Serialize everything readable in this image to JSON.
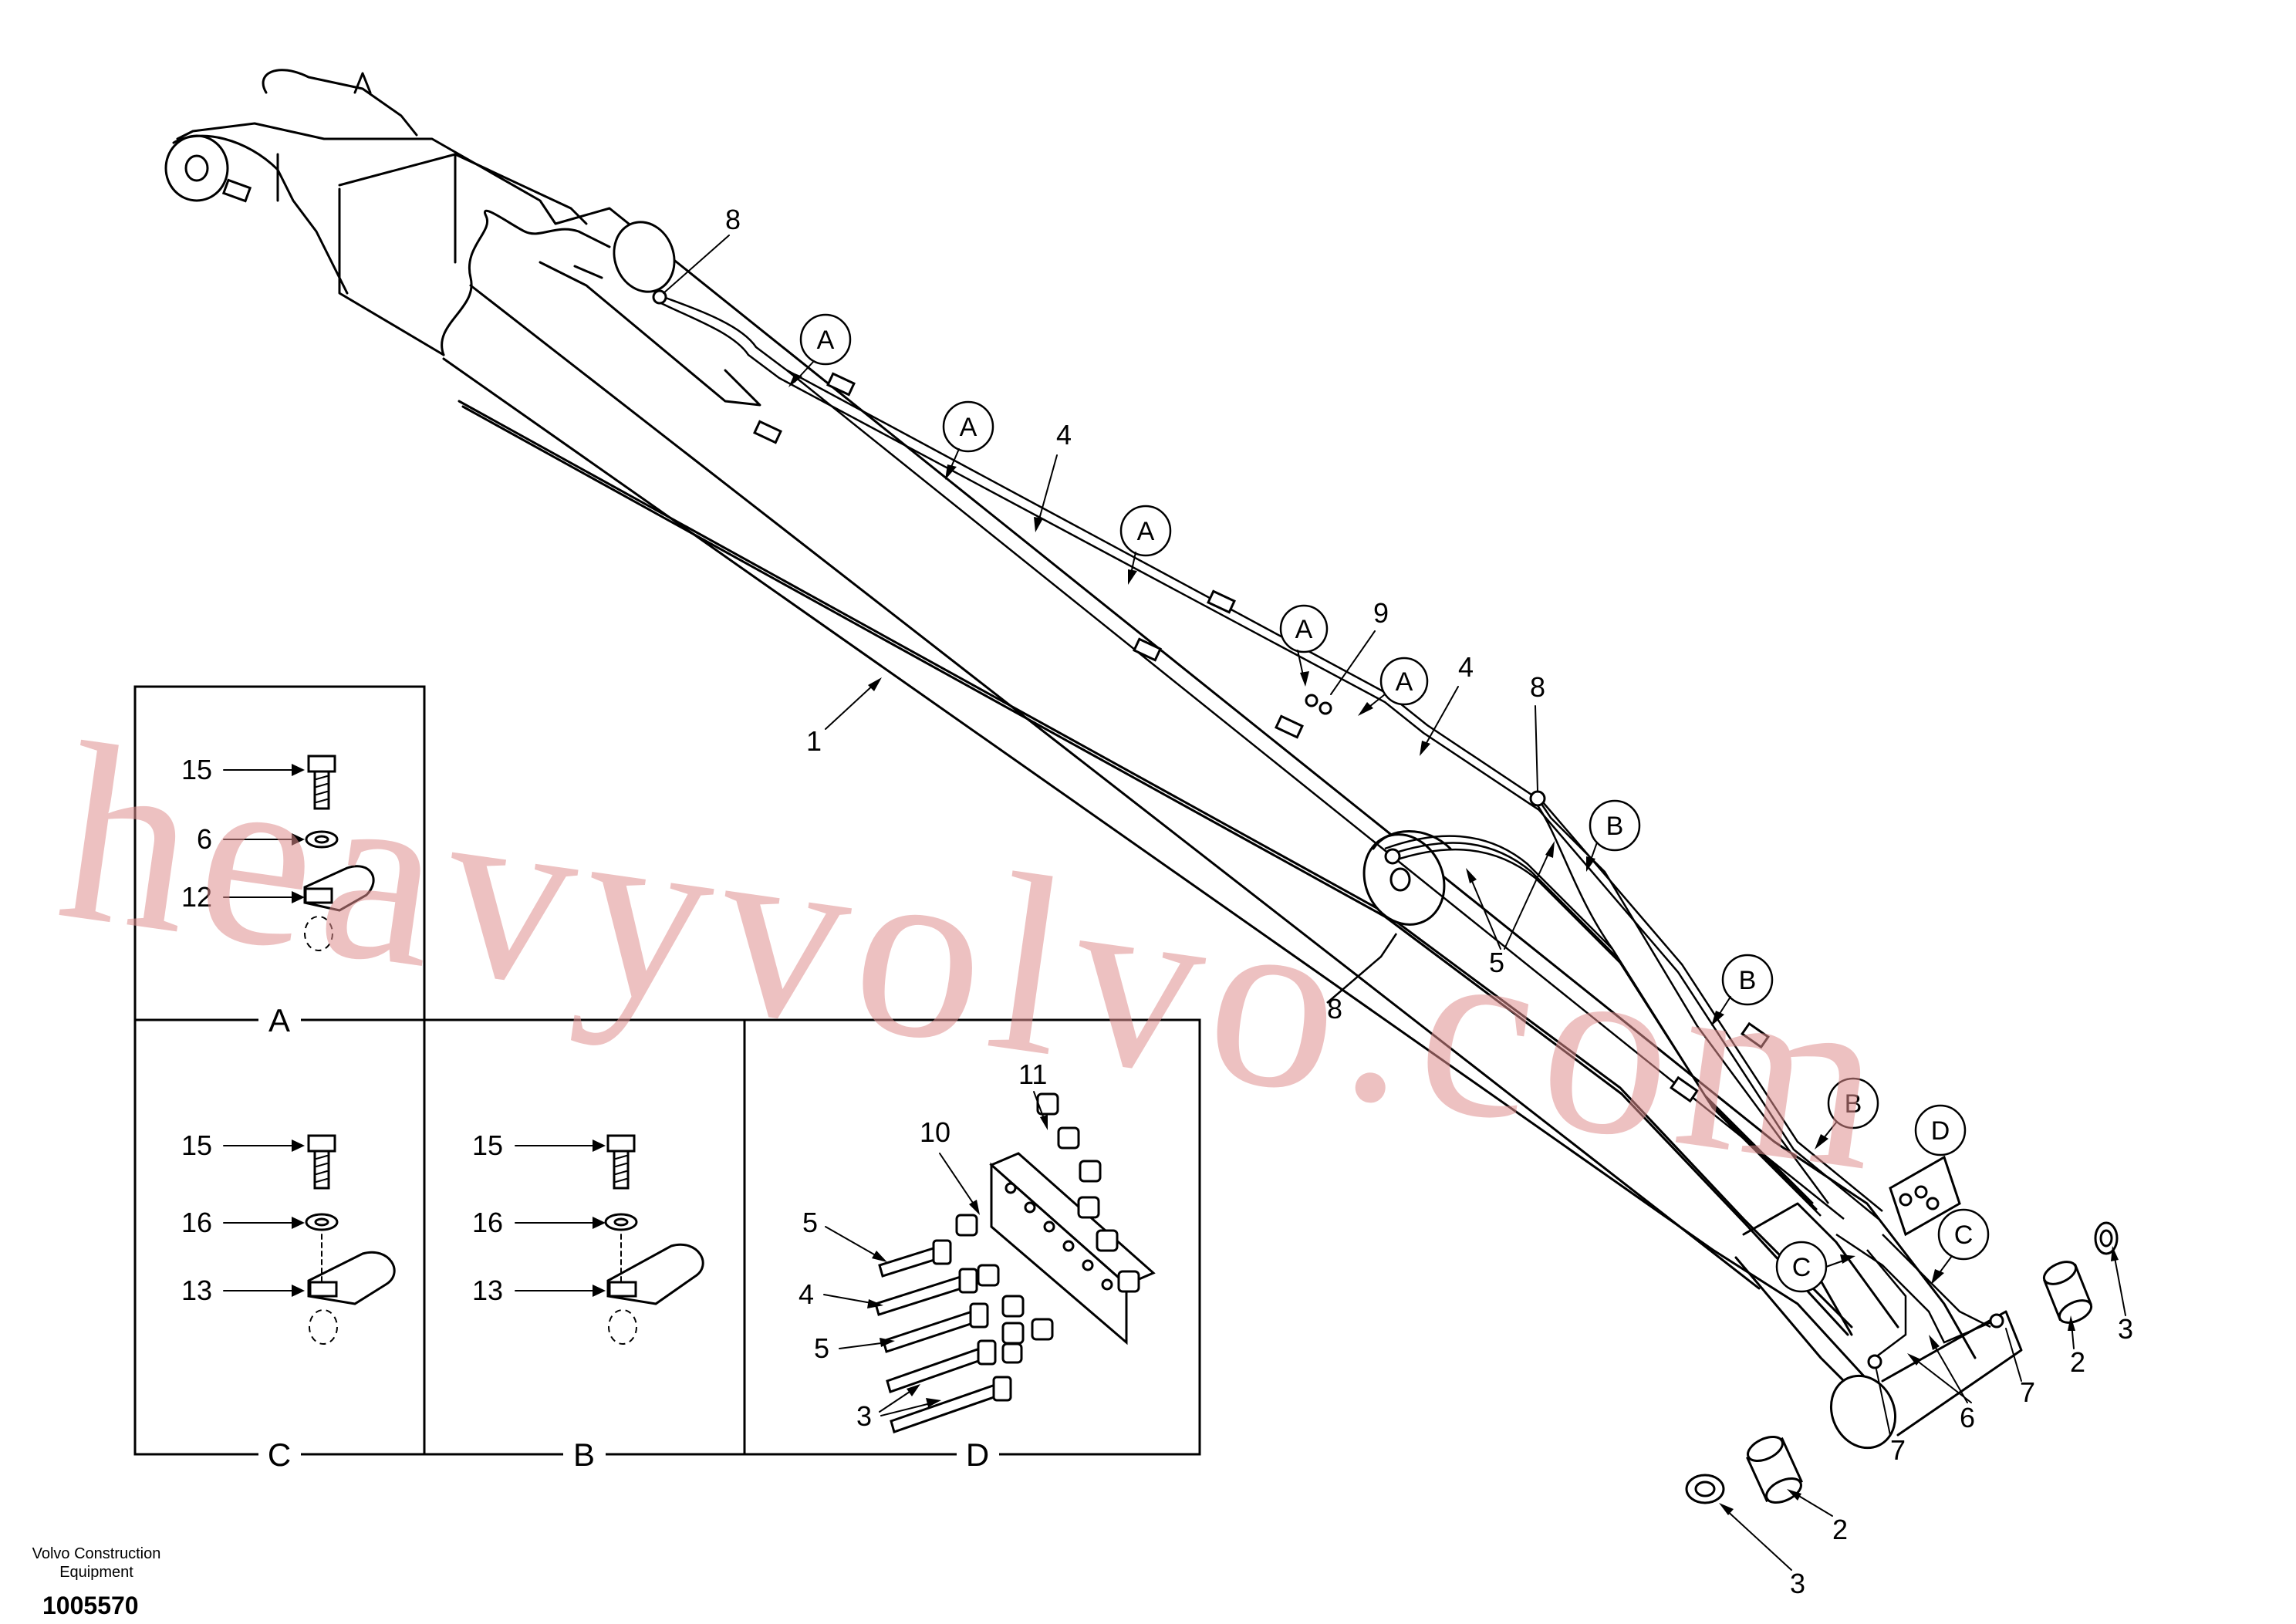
{
  "watermark": "heavyvolvo.com",
  "footer": {
    "company_line1": "Volvo Construction",
    "company_line2": "Equipment",
    "drawing_number": "1005570"
  },
  "callouts": {
    "a": "A",
    "b": "B",
    "c": "C",
    "d": "D"
  },
  "part_numbers": {
    "p1": "1",
    "p2": "2",
    "p3": "3",
    "p4": "4",
    "p5": "5",
    "p6": "6",
    "p7": "7",
    "p8": "8",
    "p9": "9",
    "p10": "10",
    "p11": "11",
    "p12": "12",
    "p13": "13",
    "p15": "15",
    "p16": "16"
  },
  "detail_views": {
    "a": "A",
    "b": "B",
    "c": "C",
    "d": "D"
  }
}
